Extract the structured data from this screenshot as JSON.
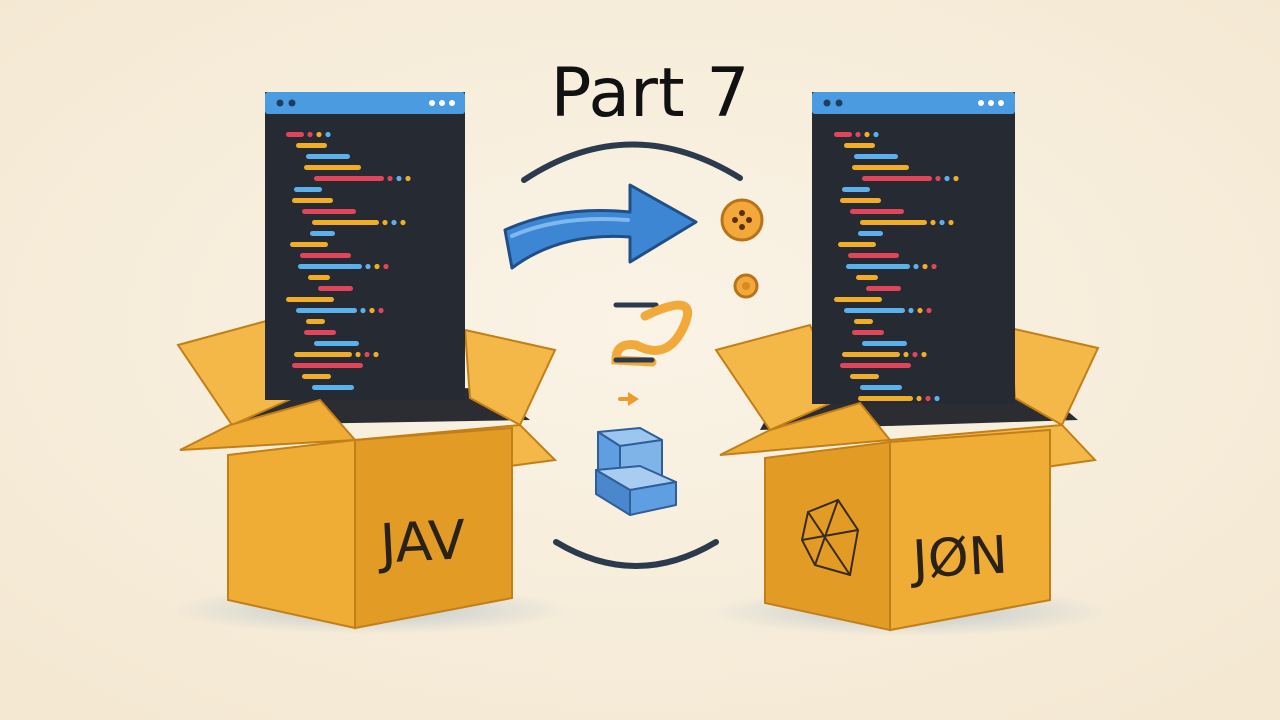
{
  "title": "Part 7",
  "left_box": {
    "label": "JAV"
  },
  "right_box": {
    "label": "JØN"
  },
  "colors": {
    "background": "#f7eedd",
    "box_front": "#f0ad36",
    "box_side": "#d9921e",
    "box_flap": "#f3b847",
    "box_inner": "#2b2d33",
    "editor_body": "#262b33",
    "editor_bar": "#4a9be0",
    "arrow": "#3d86d4",
    "code_red": "#e2455a",
    "code_yellow": "#f1ad26",
    "code_blue": "#5ab1ec",
    "code_gray": "#8a8d92"
  },
  "icons": [
    "arrow-right-icon",
    "coin-icon",
    "small-coin-icon",
    "swap-icon",
    "cube-icon",
    "geometric-logo-icon"
  ]
}
